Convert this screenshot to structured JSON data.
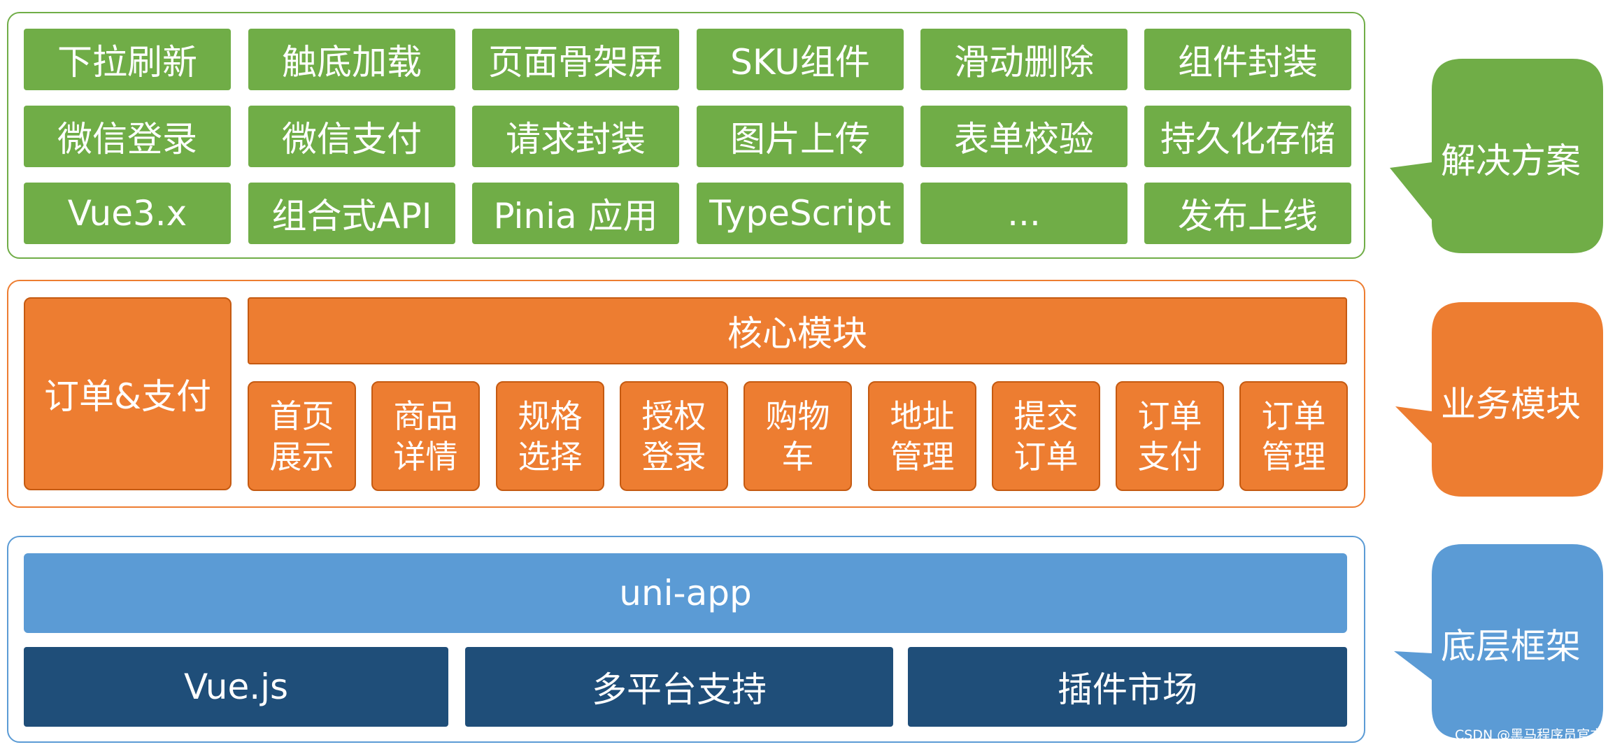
{
  "colors": {
    "solutions": "#70ad47",
    "business": "#ed7d31",
    "business_border": "#c55a11",
    "framework_light": "#5b9bd5",
    "framework_dark": "#1f4e79"
  },
  "solutions": {
    "label": "解决方案",
    "rows": [
      [
        "下拉刷新",
        "触底加载",
        "页面骨架屏",
        "SKU组件",
        "滑动删除",
        "组件封装"
      ],
      [
        "微信登录",
        "微信支付",
        "请求封装",
        "图片上传",
        "表单校验",
        "持久化存储"
      ],
      [
        "Vue3.x",
        "组合式API",
        "Pinia 应用",
        "TypeScript",
        "...",
        "发布上线"
      ]
    ]
  },
  "business": {
    "label": "业务模块",
    "order_payment": "订单&支付",
    "core_module": "核心模块",
    "modules": [
      [
        "首页",
        "展示"
      ],
      [
        "商品",
        "详情"
      ],
      [
        "规格",
        "选择"
      ],
      [
        "授权",
        "登录"
      ],
      [
        "购物",
        "车"
      ],
      [
        "地址",
        "管理"
      ],
      [
        "提交",
        "订单"
      ],
      [
        "订单",
        "支付"
      ],
      [
        "订单",
        "管理"
      ]
    ]
  },
  "framework": {
    "label": "底层框架",
    "uniapp": "uni-app",
    "items": [
      "Vue.js",
      "多平台支持",
      "插件市场"
    ]
  },
  "watermark": "CSDN @黑马程序员官方"
}
